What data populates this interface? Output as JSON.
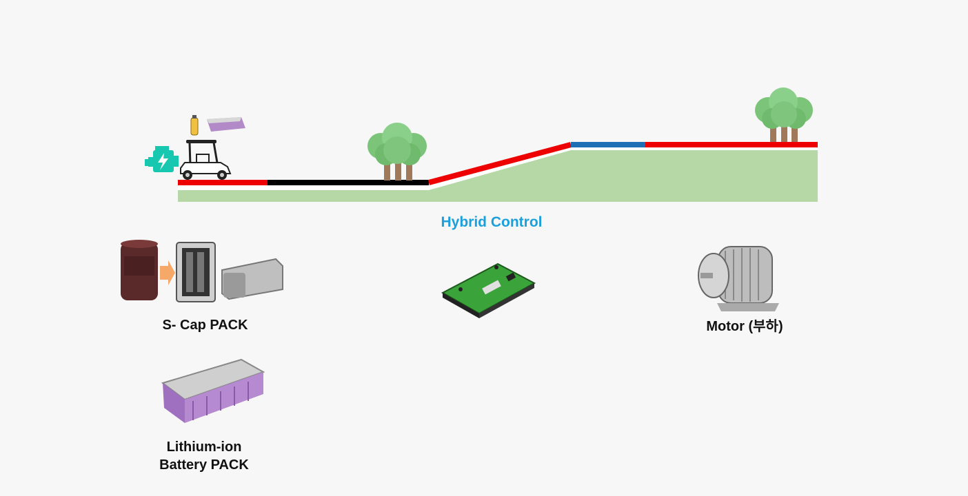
{
  "title": "Hybrid Control",
  "components": {
    "scap_label": "S- Cap PACK",
    "motor_label": "Motor (부하)",
    "battery_label_line1": "Lithium-ion",
    "battery_label_line2": "Battery PACK"
  },
  "colors": {
    "title": "#1aa0dc",
    "road_red": "#ee0000",
    "road_black": "#000000",
    "road_blue": "#1f6fb5",
    "ground": "#b5d8a6",
    "engine": "#18c7b0",
    "pcb": "#3aa33a"
  },
  "icons": [
    "engine-icon",
    "golf-cart-icon",
    "supercap-cell-icon",
    "battery-icon",
    "tree-icon",
    "pcb-controller-icon",
    "motor-icon",
    "arrow-icon"
  ]
}
